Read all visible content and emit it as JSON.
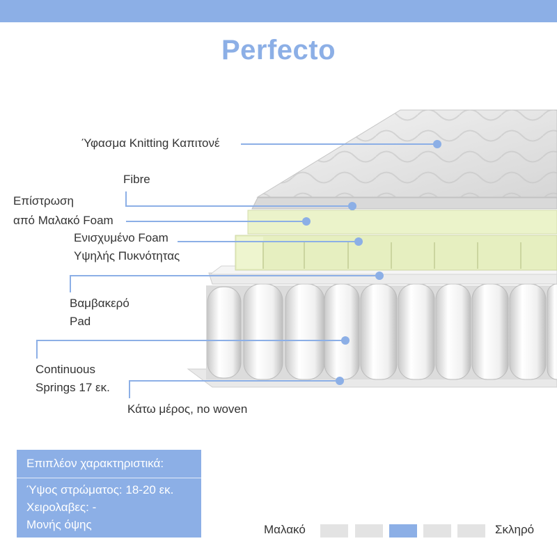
{
  "title": "Perfecto",
  "layers": {
    "fabric": "Ύφασμα Knitting Καπιτονέ",
    "fibre": "Fibre",
    "soft_foam_line1": "Επίστρωση",
    "soft_foam_line2": "από Μαλακό Foam",
    "hd_foam_line1": "Ενισχυμένο Foam",
    "hd_foam_line2": "Υψηλής Πυκνότητας",
    "cotton_line1": "Βαμβακερό",
    "cotton_line2": "Pad",
    "springs_line1": "Continuous",
    "springs_line2": "Springs 17 εκ.",
    "bottom": "Κάτω μέρος, no woven"
  },
  "features": {
    "heading": "Επιπλέον χαρακτηριστικά:",
    "height": "Ύψος στρώματος: 18-20 εκ.",
    "handles": "Χειρολαβες: -",
    "sides": "Μονής όψης"
  },
  "firmness": {
    "soft_label": "Μαλακό",
    "hard_label": "Σκληρό",
    "levels": 5,
    "selected_level": 3
  },
  "colors": {
    "accent": "#8cafe6",
    "foam": "#e9f2c8",
    "inactive_level": "#e3e3e3"
  }
}
